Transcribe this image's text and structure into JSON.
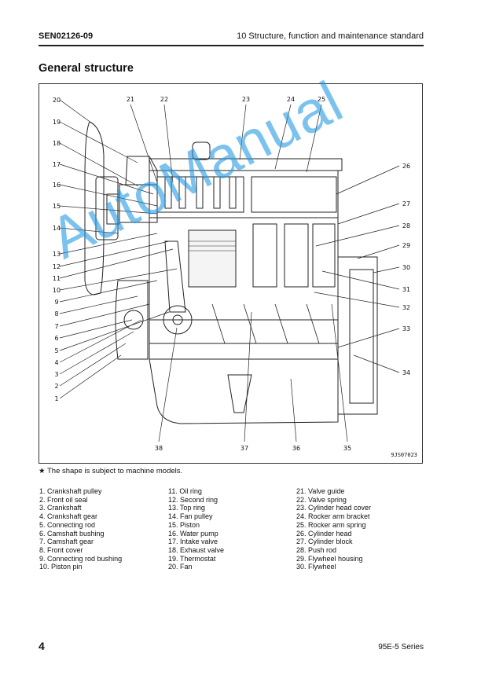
{
  "header": {
    "doc_code": "SEN02126-09",
    "section_title": "10 Structure, function and maintenance standard"
  },
  "page_title": "General structure",
  "figure": {
    "figure_code": "9JS07023",
    "callout_numbers_left": [
      "20",
      "19",
      "18",
      "17",
      "16",
      "15",
      "14",
      "13",
      "12",
      "11",
      "10",
      "9",
      "8",
      "7",
      "6",
      "5",
      "4",
      "3",
      "2",
      "1"
    ],
    "callout_numbers_top": [
      "21",
      "22",
      "23",
      "24",
      "25"
    ],
    "callout_numbers_right": [
      "26",
      "27",
      "28",
      "29",
      "30",
      "31",
      "32",
      "33",
      "34"
    ],
    "callout_numbers_bottom": [
      "38",
      "37",
      "36",
      "35"
    ]
  },
  "note": "★  The shape is subject to machine models.",
  "legend": {
    "col1": [
      "1. Crankshaft pulley",
      "2. Front oil seal",
      "3. Crankshaft",
      "4. Crankshaft gear",
      "5. Connecting rod",
      "6. Camshaft bushing",
      "7. Camshaft gear",
      "8.  Front cover",
      "9. Connecting rod bushing",
      "10. Piston pin"
    ],
    "col2": [
      "11. Oil ring",
      "12. Second ring",
      "13. Top ring",
      "14. Fan pulley",
      "15. Piston",
      "16. Water pump",
      "17. Intake valve",
      "18. Exhaust valve",
      "19. Thermostat",
      "20. Fan"
    ],
    "col3": [
      "21. Valve guide",
      "22. Valve spring",
      "23. Cylinder head cover",
      "24. Rocker arm bracket",
      "25. Rocker arm spring",
      "26. Cylinder head",
      "27. Cylinder block",
      "28. Push rod",
      "29. Flywheel housing",
      "30. Flywheel"
    ]
  },
  "watermark": "AutoManual",
  "footer": {
    "page_number": "4",
    "series": "95E-5 Series"
  }
}
